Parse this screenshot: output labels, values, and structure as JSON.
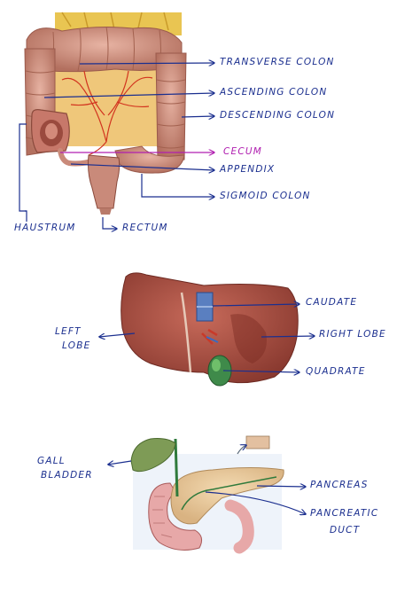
{
  "colors": {
    "ink_blue": "#1b2f8f",
    "ink_magenta": "#b01fb0",
    "intestine": "#c98a7a",
    "fat": "#e8c24a",
    "liver": "#a3483c",
    "gallbladder": "#6f8f4a",
    "pancreas": "#e8c99a",
    "duct": "#2f7a3c"
  },
  "intestine": {
    "labels": {
      "transverse_colon": "TRANSVERSE COLON",
      "ascending_colon": "ASCENDING COLON",
      "descending_colon": "DESCENDING COLON",
      "cecum": "CECUM",
      "appendix": "APPENDIX",
      "sigmoid_colon": "SIGMOID COLON",
      "haustrum": "HAUSTRUM",
      "rectum": "RECTUM"
    }
  },
  "liver": {
    "labels": {
      "caudate": "CAUDATE",
      "left_lobe_line1": "LEFT",
      "left_lobe_line2": "LOBE",
      "right_lobe": "RIGHT LOBE",
      "quadrate": "QUADRATE"
    }
  },
  "pancreas": {
    "labels": {
      "gall_line1": "GALL",
      "gall_line2": "BLADDER",
      "pancreas": "PANCREAS",
      "duct_line1": "PANCREATIC",
      "duct_line2": "DUCT"
    }
  }
}
